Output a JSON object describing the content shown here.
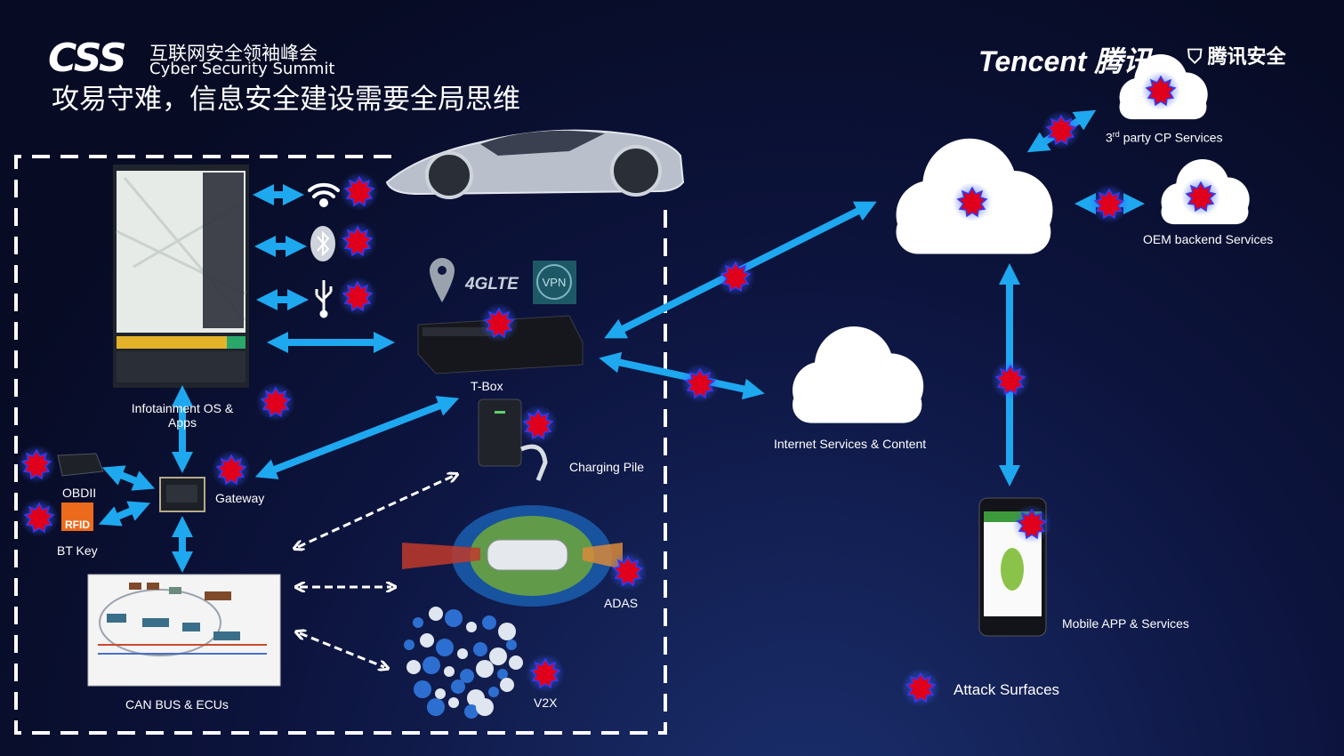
{
  "header": {
    "logo_mark": "CSS",
    "logo_cn": "互联网安全领袖峰会",
    "logo_en": "Cyber Security Summit",
    "title": "攻易守难，信息安全建设需要全局思维",
    "brand": "Tencent 腾讯",
    "brand_security": "腾讯安全"
  },
  "labels": {
    "third_party": "party CP Services",
    "third_party_prefix": "3",
    "third_party_sup": "rd",
    "oem": "OEM backend Services",
    "internet": "Internet Services & Content",
    "mobile": "Mobile APP & Services",
    "tbox": "T-Box",
    "infotainment": "Infotainment OS & Apps",
    "charging": "Charging Pile",
    "gateway": "Gateway",
    "obd": "OBDII",
    "btkey": "BT Key",
    "rfid": "RFID",
    "adas": "ADAS",
    "v2x": "V2X",
    "canbus": "CAN BUS & ECUs",
    "lte": "4GLTE",
    "vpn": "VPN",
    "legend": "Attack Surfaces"
  },
  "colors": {
    "arrow": "#1ea8f0",
    "attack": "#e0001b",
    "attack_glow": "#2a3cff",
    "accent_line": "#8a6bd6"
  }
}
